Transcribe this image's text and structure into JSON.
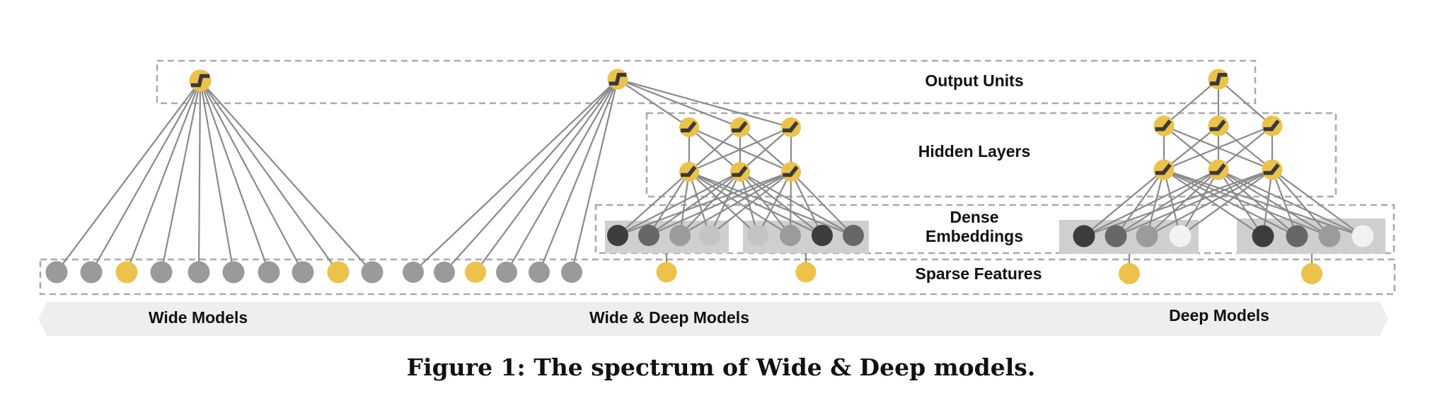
{
  "labels": {
    "output_units": "Output Units",
    "hidden_layers": "Hidden Layers",
    "dense_embeddings_line1": "Dense",
    "dense_embeddings_line2": "Embeddings",
    "sparse_features": "Sparse Features"
  },
  "spectrum": {
    "wide": "Wide Models",
    "wide_deep": "Wide & Deep Models",
    "deep": "Deep Models"
  },
  "caption": "Figure 1: The spectrum of Wide & Deep models.",
  "colors": {
    "yellow": "#ecc24a",
    "gray": "#9a9a9a",
    "dark": "#3c3c3c",
    "mid_dark": "#676767",
    "mid": "#9b9b9b",
    "light": "#c4c4c4",
    "white": "#f2f2f2",
    "embedding_box": "#cfcfcf",
    "arrow_band": "#eeeeee"
  },
  "wide_model": {
    "sparse_features": [
      "gray",
      "gray",
      "yellow",
      "gray",
      "gray",
      "gray",
      "gray",
      "gray",
      "yellow",
      "gray"
    ]
  },
  "wide_deep_model": {
    "wide_sparse_features": [
      "gray",
      "gray",
      "yellow",
      "gray",
      "gray",
      "gray"
    ],
    "embedding_groups": [
      [
        "dark",
        "mid_dark",
        "mid",
        "light"
      ],
      [
        "light",
        "mid",
        "dark",
        "mid_dark"
      ]
    ],
    "hidden_layers": 2,
    "units_per_layer": 3
  },
  "deep_model": {
    "embedding_groups": [
      [
        "dark",
        "mid_dark",
        "mid",
        "white"
      ],
      [
        "dark",
        "mid_dark",
        "mid",
        "white"
      ]
    ],
    "hidden_layers": 2,
    "units_per_layer": 3
  }
}
